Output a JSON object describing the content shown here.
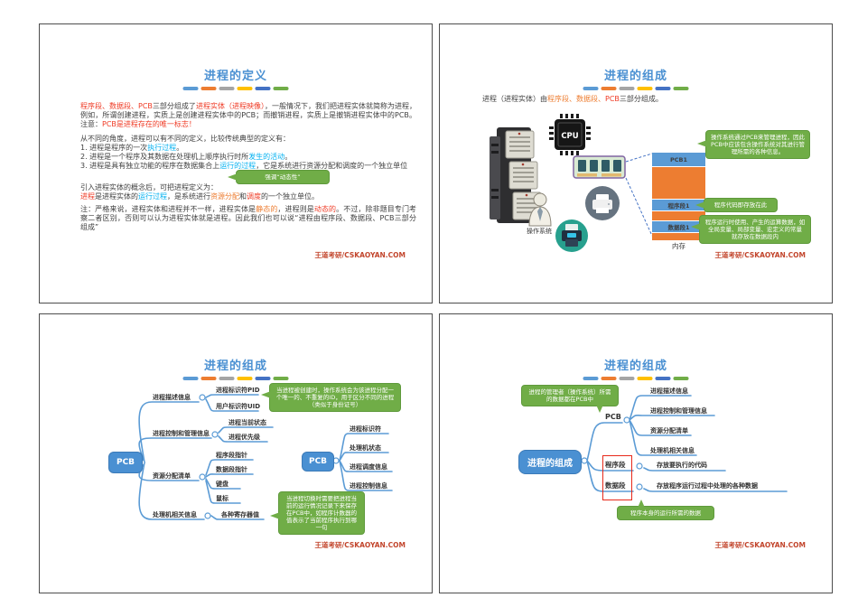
{
  "theme": {
    "title_blue": "#4a90d2",
    "line_blue": "#5B9BD5",
    "inline_blue": "#00B0F0",
    "red": "#ef3a24",
    "orange": "#ED7D31",
    "green": "#70AD47",
    "footer_red": "#c2452c",
    "accent_dashes": [
      "#5B9BD5",
      "#ED7D31",
      "#A5A5A5",
      "#FFC000",
      "#4472C4",
      "#70AD47"
    ]
  },
  "footer": "王道考研/CSKAOYAN.COM",
  "s1": {
    "title": "进程的定义",
    "p1a": "程序段、数据段、PCB",
    "p1b": "三部分组成了",
    "p1c": "进程实体（进程映像）",
    "p1d": "，一般情况下，我们把进程实体就简称为进程，例如，所谓创建进程，实质上是创建进程实体中的PCB；而撤销进程，实质上是撤销进程实体中的PCB。注意：",
    "p1e": "PCB是进程存在的唯一标志！",
    "p2": "从不同的角度，进程可以有不同的定义，比较传统典型的定义有：",
    "li1a": "1.  进程是程序的一次",
    "li1b": "执行过程",
    "li1c": "。",
    "li2a": "2.  进程是一个程序及其数据在处理机上顺序执行时所",
    "li2b": "发生的活动",
    "li2c": "。",
    "li3a": "3.  进程是具有独立功能的程序在数据集合上",
    "li3b": "运行的过程",
    "li3c": "，它是系统进行资源分配和调度的一个独立单位",
    "callout": "强调“动态性”",
    "p3a": "引入进程实体的概念后，可把进程定义为：",
    "p3b1": "进程",
    "p3b2": "是进程实体的",
    "p3b3": "运行过程",
    "p3b4": "，是系统进行",
    "p3b5": "资源分配",
    "p3b6": "和",
    "p3b7": "调度",
    "p3b8": "的一个独立单位。",
    "p4a": "注：严格来说，进程实体和进程并不一样，进程实体是",
    "p4b": "静态的",
    "p4c": "，进程则是",
    "p4d": "动态的",
    "p4e": "。不过，除非题目专门考察二者区别，否则可以认为进程实体就是进程。因此我们也可以说“进程由程序段、数据段、PCB三部分组成”"
  },
  "s2": {
    "title": "进程的组成",
    "intro_a": "进程（进程实体）由",
    "intro_b": "程序段、数据段、",
    "intro_c": "PCB",
    "intro_d": "三部分组成。",
    "cpu": "CPU",
    "os_label": "操作系统",
    "mem_label": "内存",
    "bar_pcb": "PCB1",
    "bar_prog": "程序段1",
    "bar_data": "数据段1",
    "callout1": "操作系统通过PCB来管理进程，因此PCB中应该包含操作系统对其进行管理所需的各种信息。",
    "callout2": "程序代码即存放在此",
    "callout3": "程序运行时使用、产生的运算数据，如全局变量、局部变量、宏定义的常量 就存放在数据段内"
  },
  "s3": {
    "title": "进程的组成",
    "root": "PCB",
    "b1": "进程描述信息",
    "b1c1": "进程标识符PID",
    "b1c2": "用户标识符UID",
    "b2": "进程控制和管理信息",
    "b2c1": "进程当前状态",
    "b2c2": "进程优先级",
    "b3": "资源分配清单",
    "b3c1": "程序段指针",
    "b3c2": "数据段指针",
    "b3c3": "键盘",
    "b3c4": "鼠标",
    "b4": "处理机相关信息",
    "b4c1": "各种寄存器值",
    "callout1": "当进程被创建时，操作系统会为该进程分配一个唯一的、不重复的ID，用于区分不同的进程（类似于身份证号）",
    "callout2": "当进程切换时需要把进程当前的运行情况记录下来保存在PCB中，如程序计数器的值表示了当前程序执行到哪一句",
    "mini_root": "PCB",
    "m1": "进程标识符",
    "m2": "处理机状态",
    "m3": "进程调度信息",
    "m4": "进程控制信息"
  },
  "s4": {
    "title": "进程的组成",
    "root": "进程的组成",
    "pcb": "PCB",
    "c1": "进程描述信息",
    "c2": "进程控制和管理信息",
    "c3": "资源分配清单",
    "c4": "处理机相关信息",
    "seg_prog": "程序段",
    "seg_prog_desc": "存放要执行的代码",
    "seg_data": "数据段",
    "seg_data_desc": "存放程序运行过程中处理的各种数据",
    "callout1": "进程的管理者（操作系统）所需的数据都在PCB中",
    "callout2": "程序本身的运行所需的数据"
  }
}
